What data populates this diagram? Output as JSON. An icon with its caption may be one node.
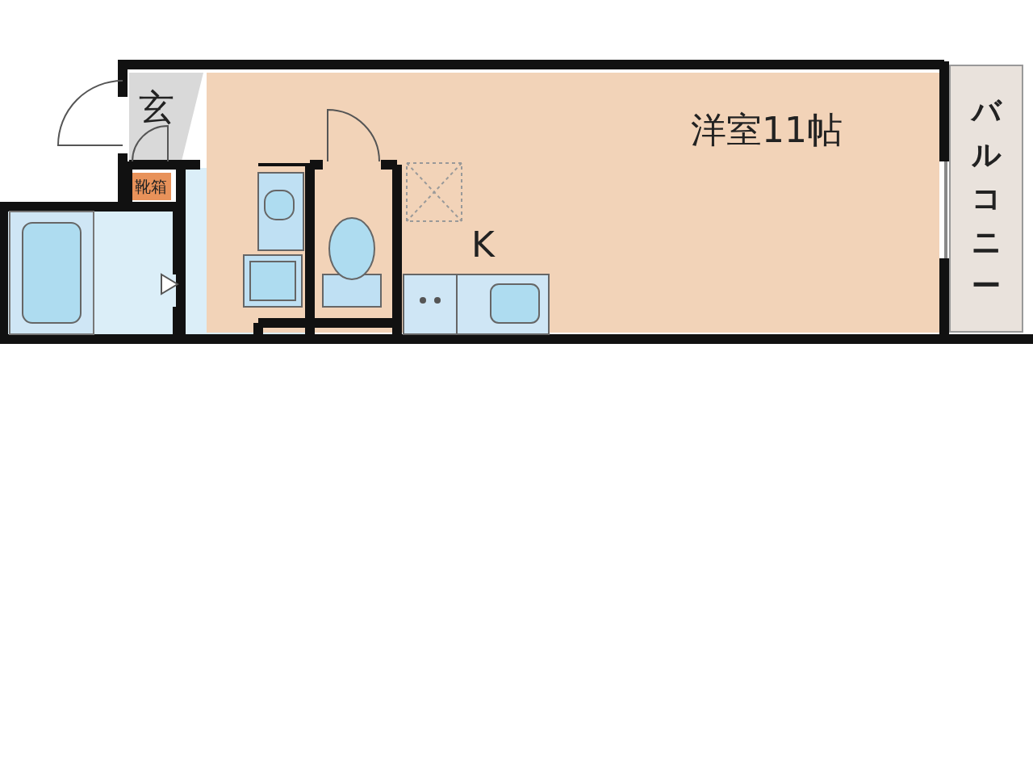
{
  "diagram": {
    "nodes": [
      {
        "text": [
          "玄"
        ]
      },
      {
        "text": [
          "靴箱"
        ]
      },
      {
        "text": [
          "洋室11帖"
        ]
      },
      {
        "text": [
          "バルコニー"
        ]
      }
    ],
    "labels": [
      "K"
    ]
  }
}
